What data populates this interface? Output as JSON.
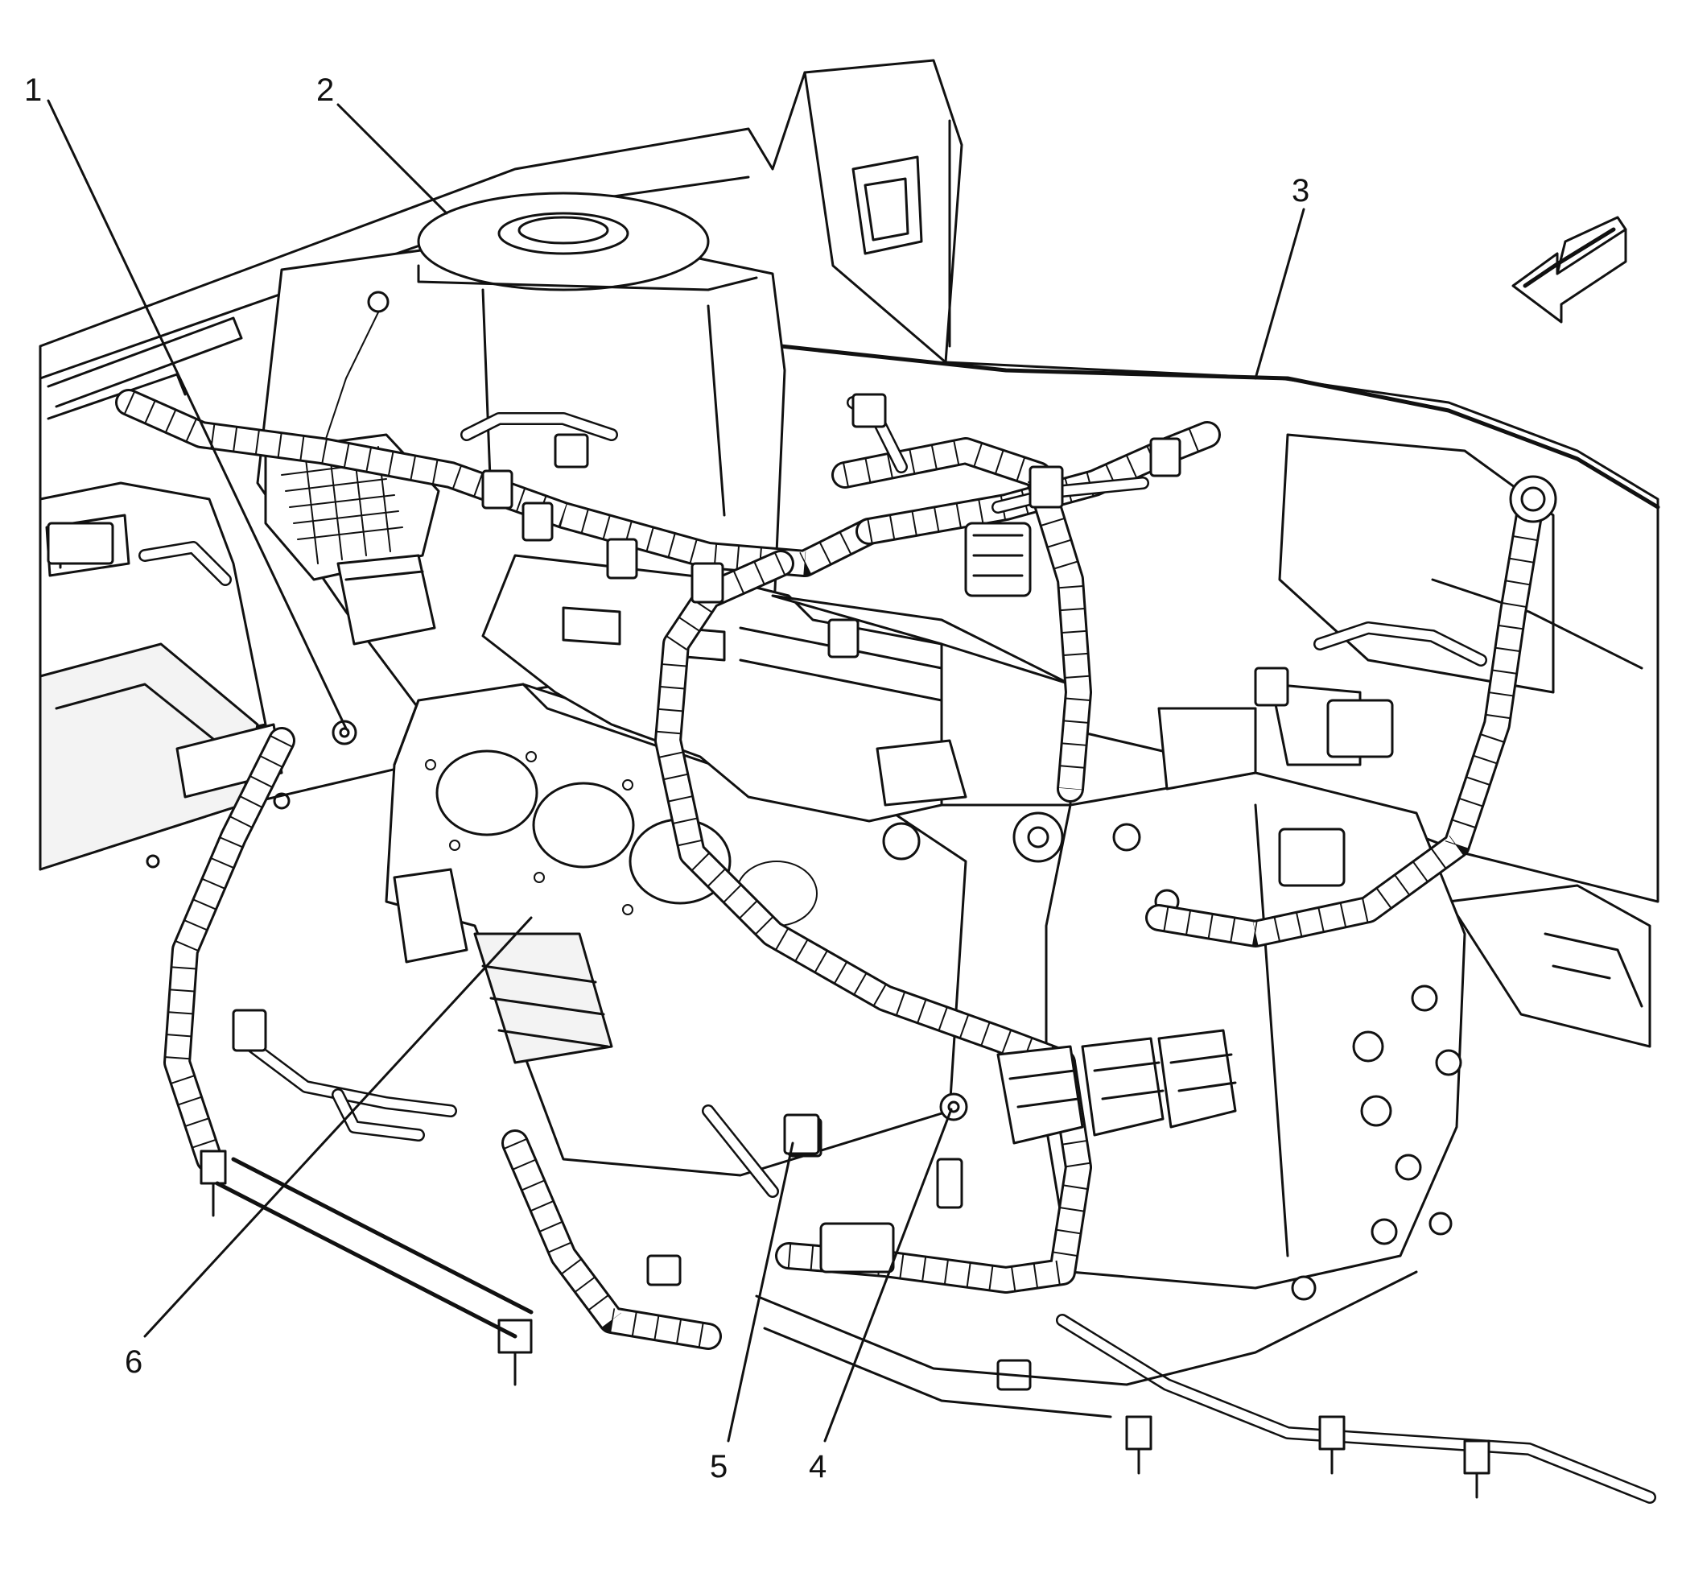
{
  "callouts": [
    {
      "id": "1",
      "label": "1"
    },
    {
      "id": "2",
      "label": "2"
    },
    {
      "id": "3",
      "label": "3"
    },
    {
      "id": "4",
      "label": "4"
    },
    {
      "id": "5",
      "label": "5"
    },
    {
      "id": "6",
      "label": "6"
    }
  ],
  "icons": {
    "direction_arrow": "front-direction-arrow-icon"
  }
}
